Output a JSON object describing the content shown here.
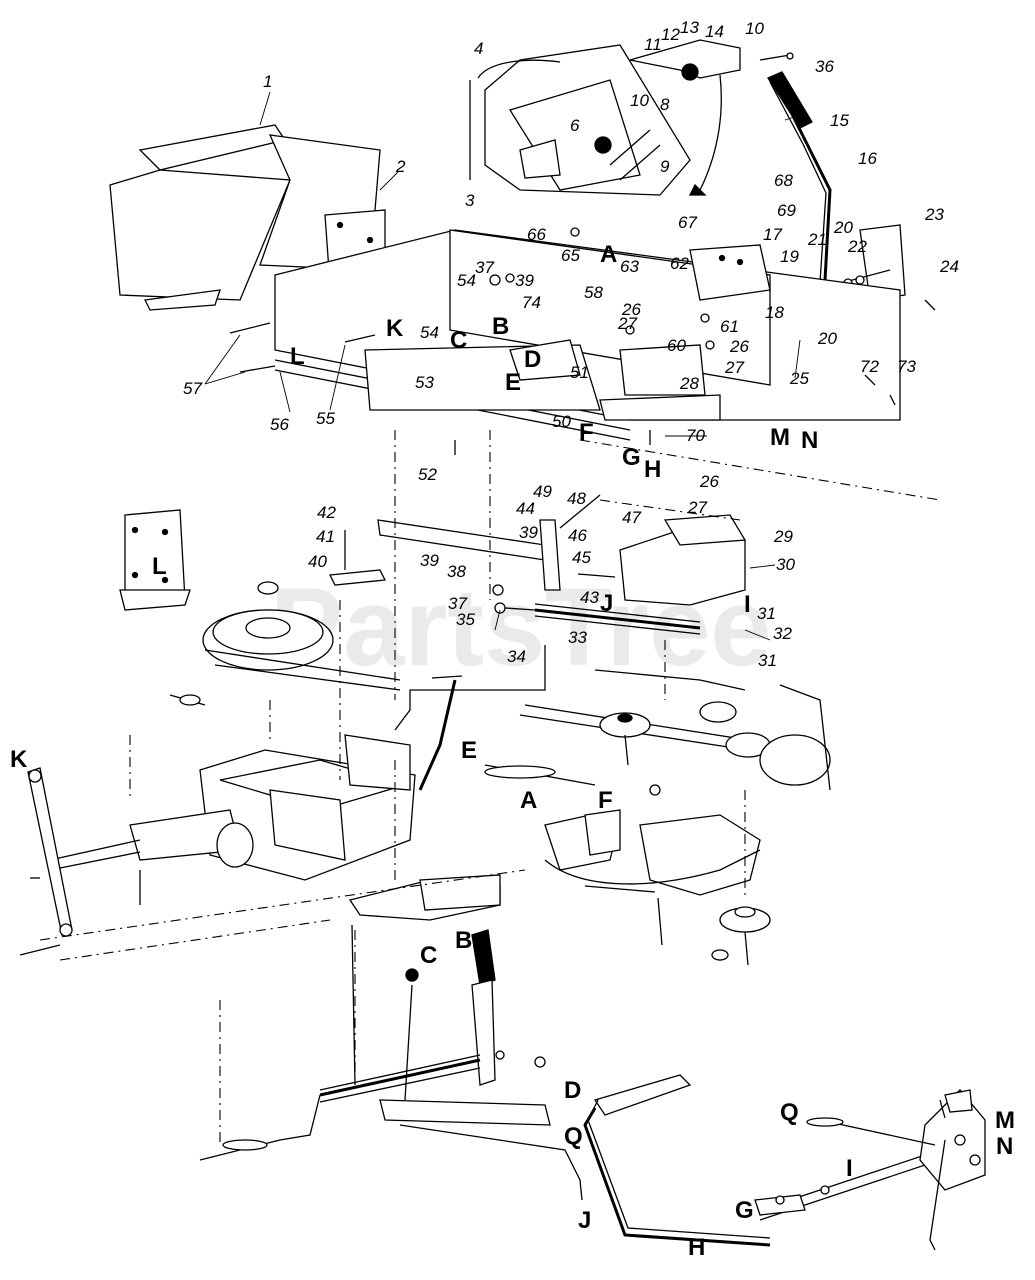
{
  "watermark": "PartsTree",
  "part_labels": [
    "1",
    "2",
    "3",
    "4",
    "6",
    "8",
    "9",
    "10",
    "10",
    "11",
    "12",
    "13",
    "14",
    "15",
    "16",
    "17",
    "18",
    "19",
    "20",
    "20",
    "21",
    "22",
    "23",
    "24",
    "25",
    "26",
    "26",
    "26",
    "27",
    "27",
    "27",
    "28",
    "29",
    "30",
    "31",
    "31",
    "32",
    "33",
    "34",
    "35",
    "36",
    "37",
    "37",
    "38",
    "39",
    "39",
    "39",
    "40",
    "41",
    "42",
    "43",
    "44",
    "45",
    "46",
    "47",
    "48",
    "49",
    "50",
    "51",
    "52",
    "53",
    "54",
    "54",
    "55",
    "56",
    "57",
    "58",
    "60",
    "61",
    "62",
    "63",
    "65",
    "66",
    "67",
    "68",
    "69",
    "70",
    "72",
    "73",
    "74"
  ],
  "reference_letters": [
    "A",
    "A",
    "B",
    "B",
    "C",
    "C",
    "D",
    "D",
    "E",
    "E",
    "F",
    "F",
    "G",
    "G",
    "H",
    "H",
    "I",
    "I",
    "J",
    "J",
    "K",
    "K",
    "L",
    "L",
    "M",
    "M",
    "N",
    "N",
    "Q",
    "Q"
  ]
}
